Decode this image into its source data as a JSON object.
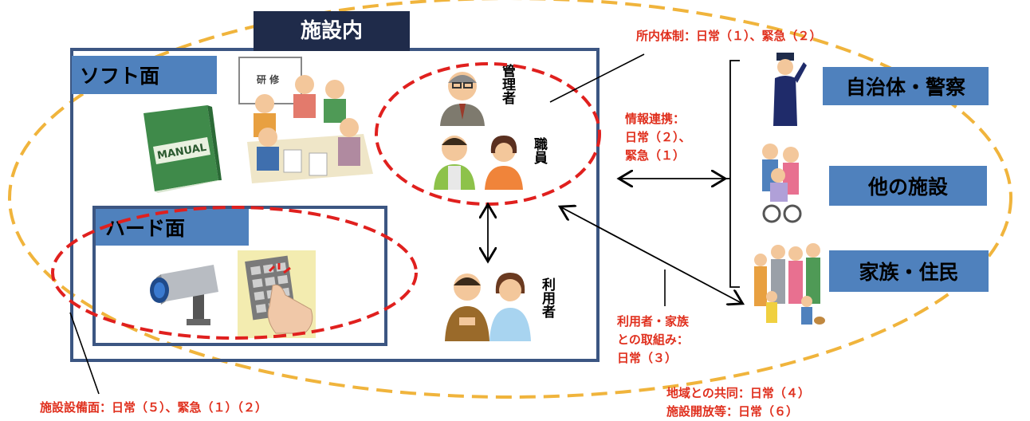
{
  "header": {
    "title": "施設内"
  },
  "soft": {
    "label": "ソフト面",
    "manual_text": "MANUAL",
    "training_text": "研 修"
  },
  "hard": {
    "label": "ハード面"
  },
  "staff": {
    "manager": "管理者",
    "employee": "職員",
    "user": "利用者"
  },
  "externals": {
    "police": "自治体・警察",
    "facility": "他の施設",
    "family": "家族・住民"
  },
  "annotations": {
    "internal": "所内体制：日常（１）、緊急（２）",
    "info_line1": "情報連携：",
    "info_line2": "日常（２）、",
    "info_line3": "緊急（１）",
    "user_line1": "利用者・家族",
    "user_line2": "との取組み：",
    "user_line3": "日常（３）",
    "equipment": "施設設備面：日常（５）、緊急（１）（２）",
    "community_line1": "地域との共同：日常（４）",
    "community_line2": "施設開放等：日常（６）"
  },
  "colors": {
    "header_bg": "#1f2b4a",
    "label_bg": "#4f81bd",
    "frame": "#3c5682",
    "red_dash": "#e0201e",
    "orange_dash": "#f0b43c",
    "annotation": "#e0301e"
  }
}
